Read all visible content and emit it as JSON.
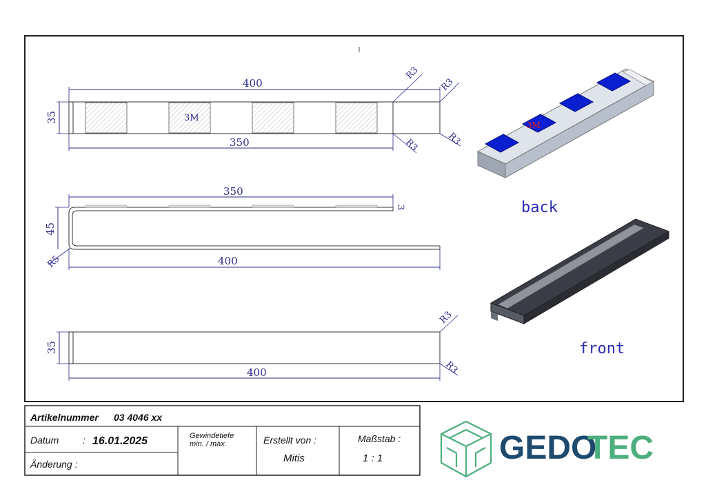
{
  "dims": {
    "top_len": "400",
    "top_inner": "350",
    "top_h": "35",
    "r_top1": "R3",
    "r_top2": "R3",
    "r_bot1": "R3",
    "r_bot2": "R3",
    "pad_label": "3M",
    "side_len": "350",
    "side_full": "400",
    "side_h": "45",
    "side_r": "R5",
    "side_t": "3",
    "front_len": "400",
    "front_h": "35",
    "front_r1": "R3",
    "front_r2": "R3"
  },
  "views": {
    "back": "back",
    "front": "front",
    "iso_label": "3M"
  },
  "titleblock": {
    "article_label": "Artikelnummer",
    "article_no": "03 4046 xx",
    "date_label": "Datum",
    "date_sep": ":",
    "date_value": "16.01.2025",
    "thread_label1": "Gewindetiefe",
    "thread_label2": "min. / max.",
    "created_label": "Erstellt von :",
    "created_value": "Mitis",
    "scale_label": "Maßstab :",
    "scale_value": "1 : 1",
    "change_label": "Änderung :"
  },
  "logo": {
    "text_a": "GEDO",
    "text_b": "TEC",
    "color_a": "#1e4a6e",
    "color_b": "#4caf7d"
  }
}
